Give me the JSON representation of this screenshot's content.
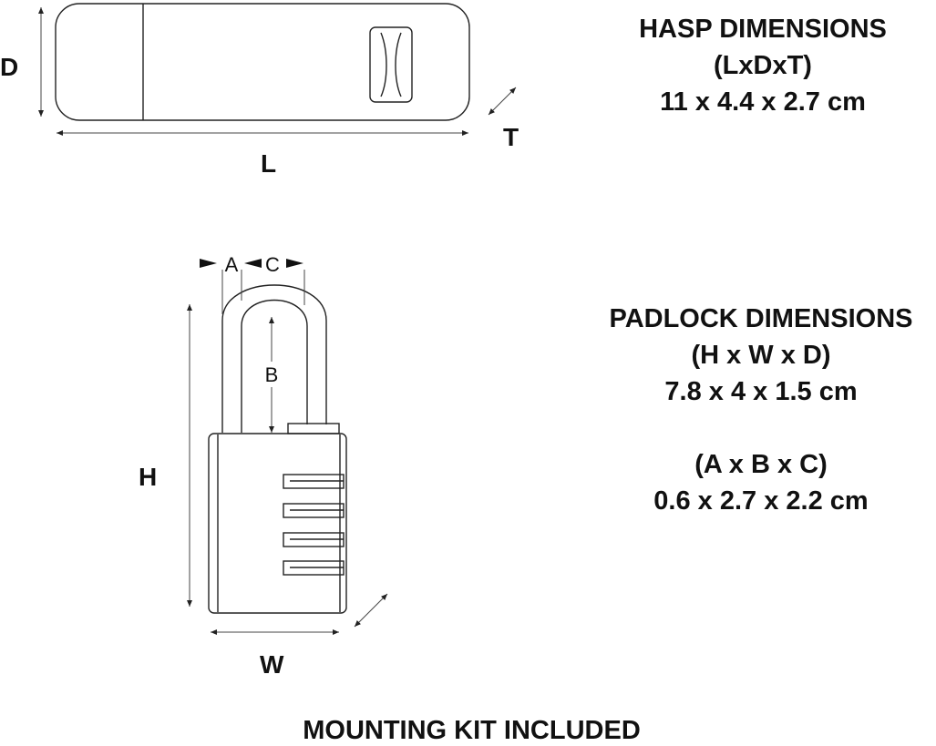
{
  "hasp": {
    "labels": {
      "d": "D",
      "l": "L",
      "t": "T"
    },
    "title": "HASP DIMENSIONS",
    "order": "(LxDxT)",
    "values": "11 x 4.4 x 2.7 cm"
  },
  "padlock": {
    "labels": {
      "a": "A",
      "b": "B",
      "c": "C",
      "h": "H",
      "w": "W"
    },
    "title": "PADLOCK DIMENSIONS",
    "order_main": "(H x W x D)",
    "values_main": "7.8 x 4 x 1.5 cm",
    "order_shackle": "(A x B x C)",
    "values_shackle": "0.6 x 2.7 x 2.2 cm"
  },
  "footer": "MOUNTING KIT INCLUDED",
  "colors": {
    "line": "#111111",
    "background": "#ffffff"
  }
}
